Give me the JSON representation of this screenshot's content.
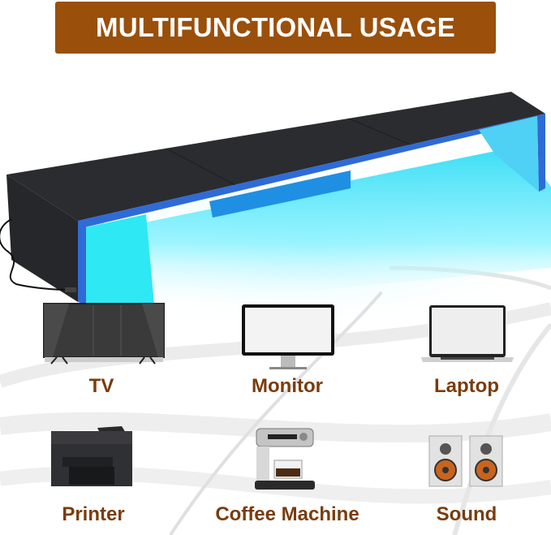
{
  "banner": {
    "title": "MULTIFUNCTIONAL USAGE",
    "background_color": "#9a4f0b",
    "text_color": "#ffffff"
  },
  "product": {
    "name": "monitor-stand-with-led-light",
    "led_color": "#28e6f0",
    "edge_color": "#2f6bd6",
    "surface_color": "#2b2c2f"
  },
  "usages": [
    {
      "label": "TV",
      "icon": "tv-icon"
    },
    {
      "label": "Monitor",
      "icon": "monitor-icon"
    },
    {
      "label": "Laptop",
      "icon": "laptop-icon"
    },
    {
      "label": "Printer",
      "icon": "printer-icon"
    },
    {
      "label": "Coffee Machine",
      "icon": "coffee-machine-icon"
    },
    {
      "label": "Sound",
      "icon": "speakers-icon"
    }
  ],
  "label_color": "#7a3c0c"
}
